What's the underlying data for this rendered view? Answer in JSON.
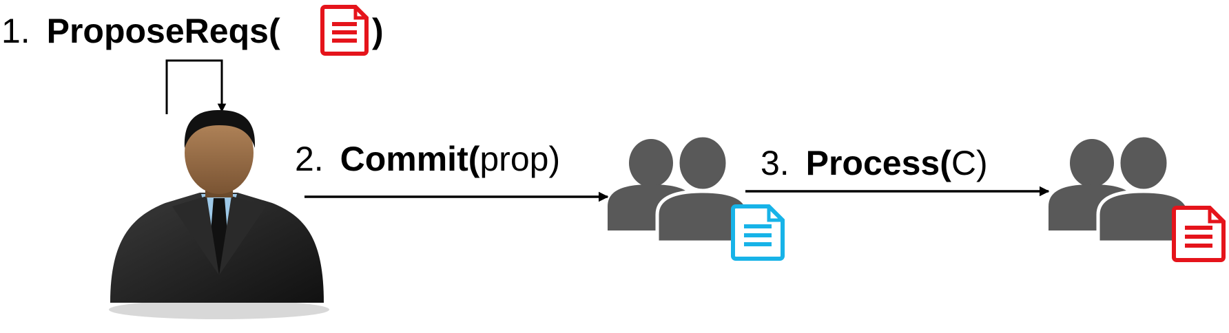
{
  "steps": [
    {
      "num": "1.",
      "func": "ProposeReqs",
      "open": "(",
      "arg": "",
      "close": ")"
    },
    {
      "num": "2.",
      "func": "Commit",
      "open": "(",
      "arg": "prop",
      "close": ")"
    },
    {
      "num": "3.",
      "func": "Process",
      "open": "(",
      "arg": "C",
      "close": ")"
    }
  ],
  "icons": {
    "person": "businessman-icon",
    "group": "user-group-icon",
    "document": "document-icon"
  },
  "colors": {
    "red_doc": "#e5141b",
    "blue_doc": "#17b3e8",
    "group_gray": "#595959",
    "arrow": "#000000"
  }
}
